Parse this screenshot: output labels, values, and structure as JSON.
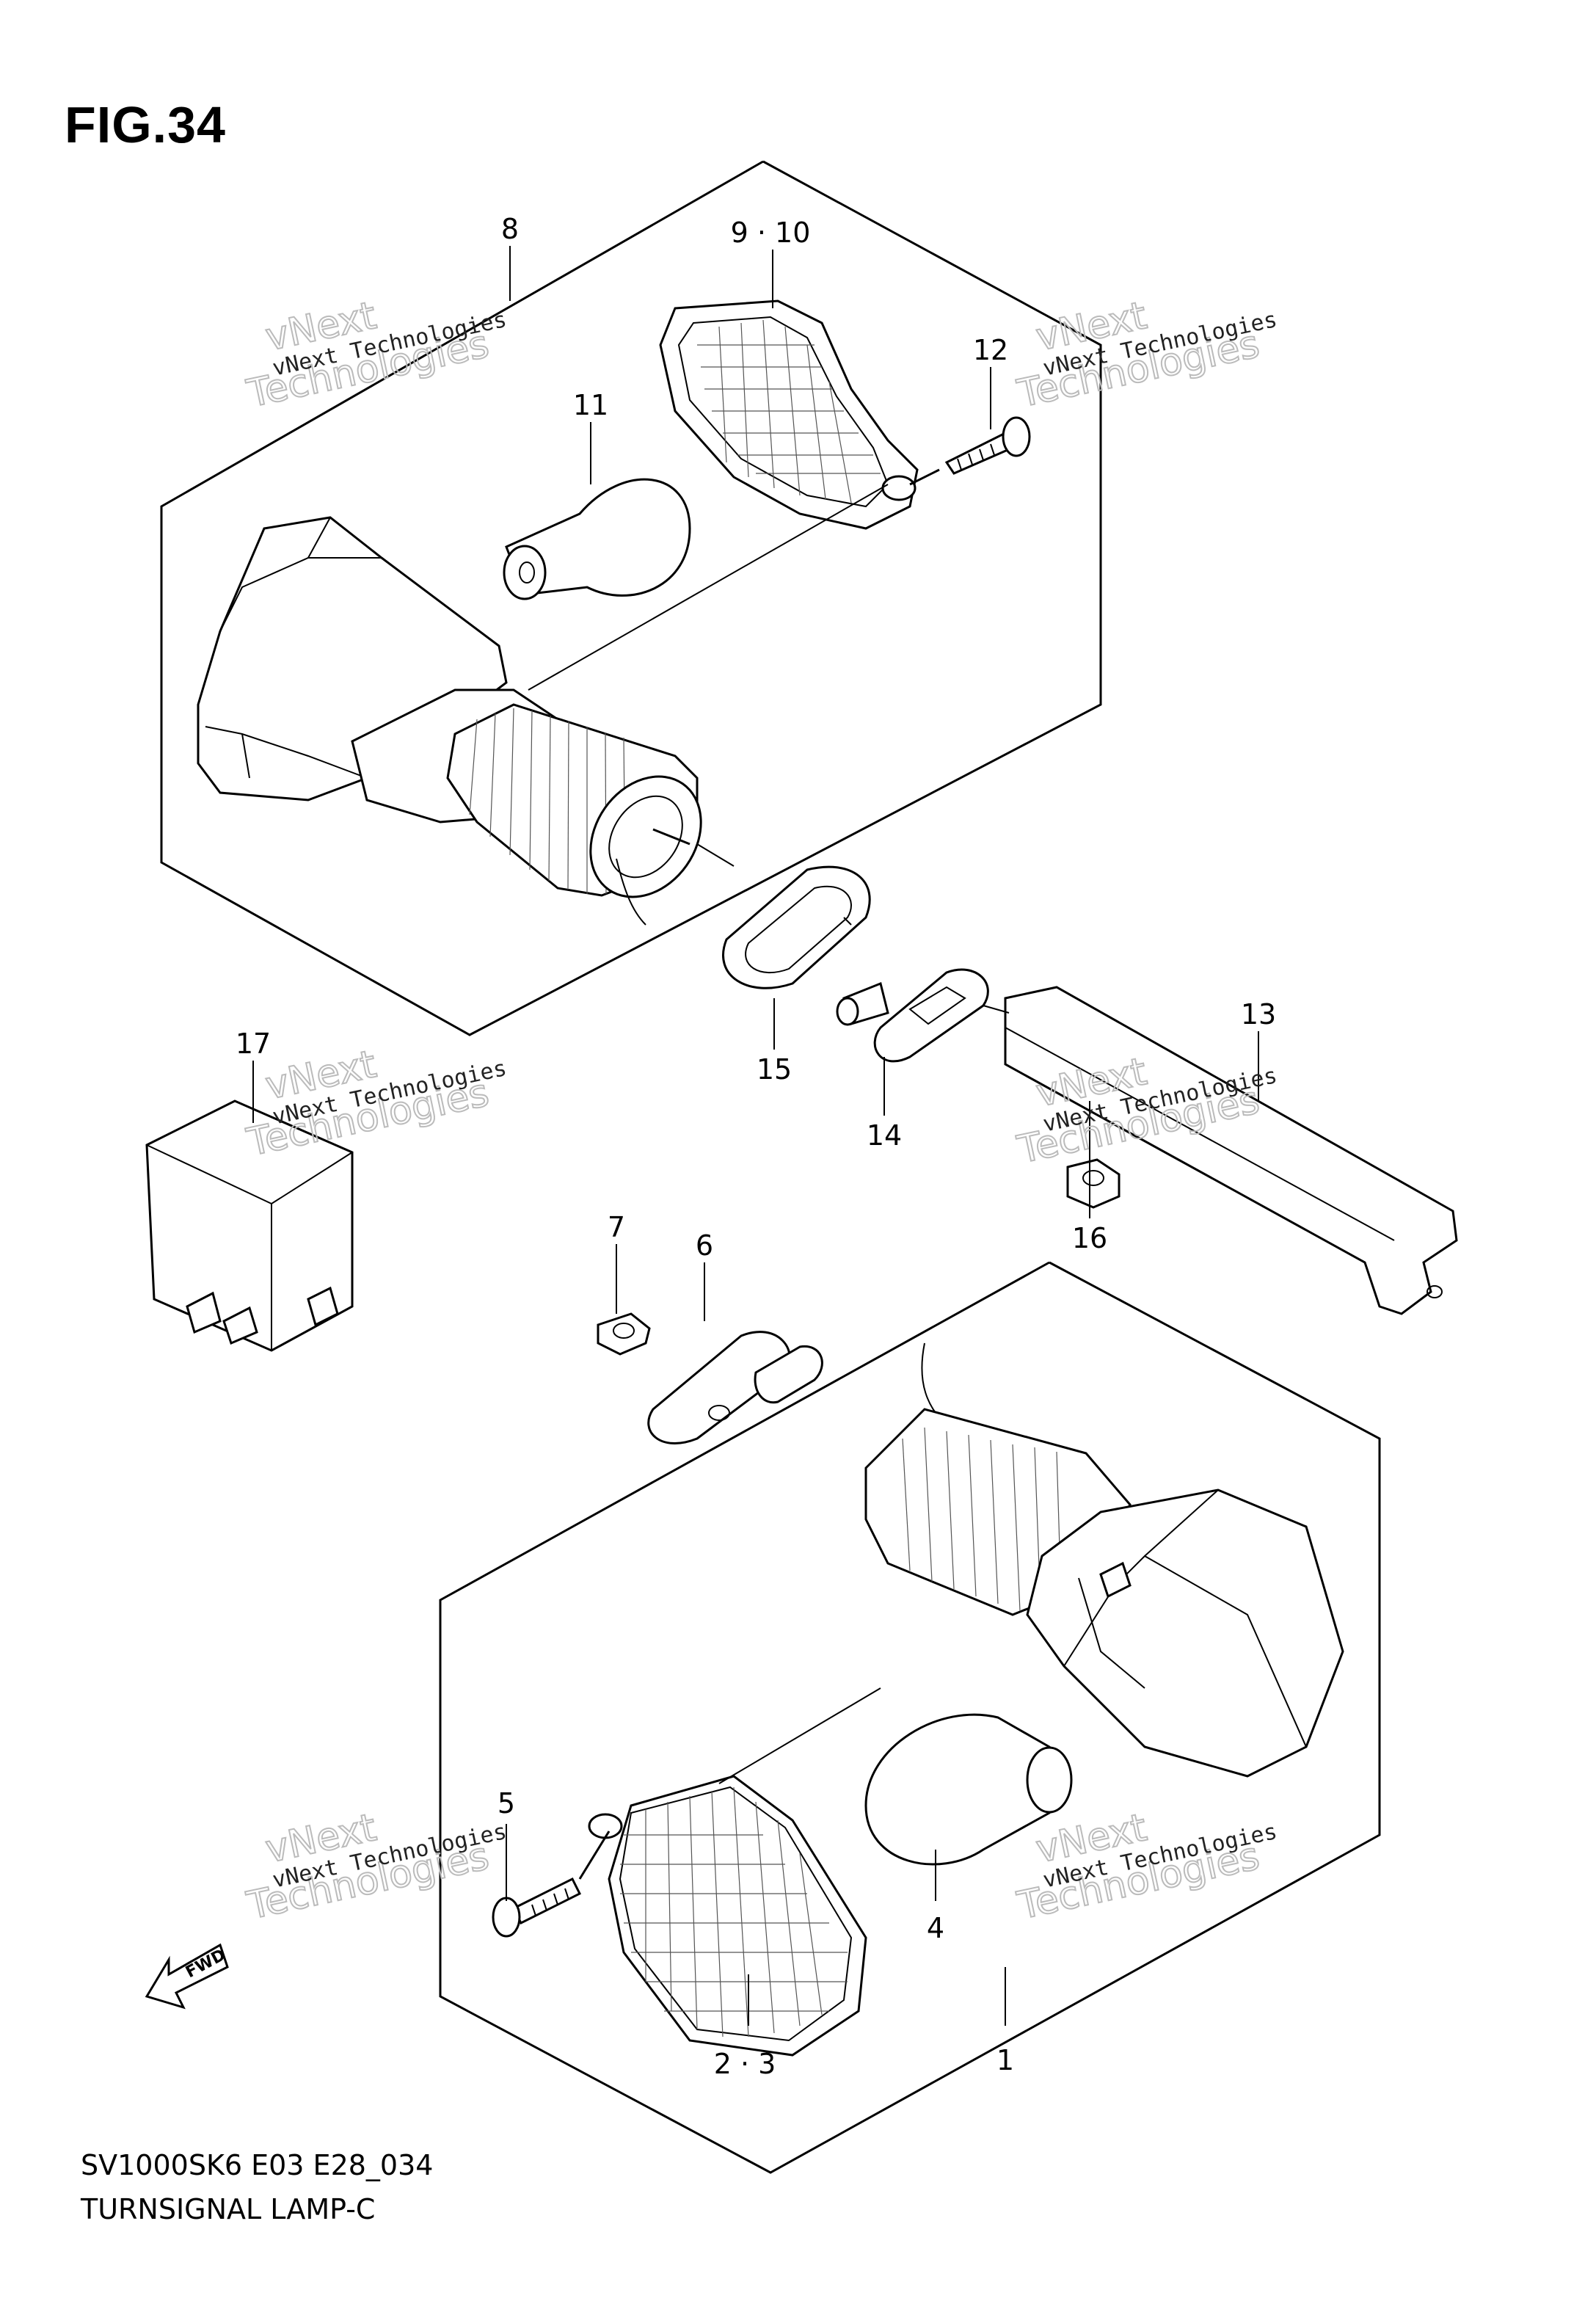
{
  "figure": {
    "title": "FIG.34",
    "code": "SV1000SK6 E03 E28_034",
    "name": "TURNSIGNAL LAMP-C"
  },
  "callouts": [
    "1",
    "2 · 3",
    "4",
    "5",
    "6",
    "7",
    "8",
    "9 · 10",
    "11",
    "12",
    "13",
    "14",
    "15",
    "16",
    "17"
  ],
  "fwd_label": "FWD",
  "watermark": {
    "line1": "vNext Technologies",
    "line2": "vNext",
    "line3": "Technologies"
  }
}
